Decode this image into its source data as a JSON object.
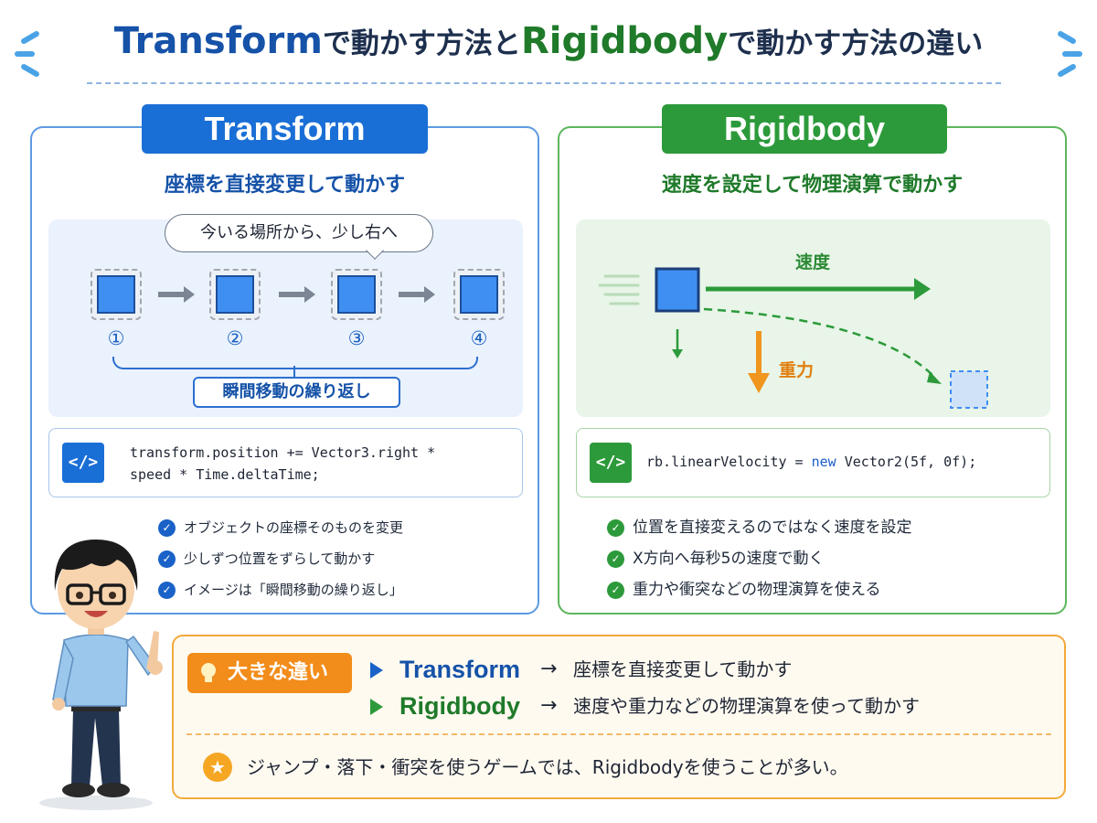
{
  "header": {
    "title_part1": "Transform",
    "title_part2": "で動かす方法と",
    "title_part3": "Rigidbody",
    "title_part4": "で動かす方法の違い"
  },
  "transform_panel": {
    "badge": "Transform",
    "subtitle": "座標を直接変更して動かす",
    "bubble": "今いる場所から、少し右へ",
    "steps": [
      "①",
      "②",
      "③",
      "④"
    ],
    "brace_label": "瞬間移動の繰り返し",
    "code_icon": "</>",
    "code_line1": "transform.position += Vector3.right *",
    "code_line2": "speed * Time.deltaTime;",
    "checks": [
      "オブジェクトの座標そのものを変更",
      "少しずつ位置をずらして動かす",
      "イメージは「瞬間移動の繰り返し」"
    ]
  },
  "rigidbody_panel": {
    "badge": "Rigidbody",
    "subtitle": "速度を設定して物理演算で動かす",
    "velocity_label": "速度",
    "gravity_label": "重力",
    "code_icon": "</>",
    "code_prefix": "rb.linearVelocity = ",
    "code_keyword": "new",
    "code_suffix": " Vector2(5f, 0f);",
    "checks": [
      "位置を直接変えるのではなく速度を設定",
      "X方向へ毎秒5の速度で動く",
      "重力や衝突などの物理演算を使える"
    ]
  },
  "summary": {
    "badge": "大きな違い",
    "rows": [
      {
        "name": "Transform",
        "arrow": "→",
        "desc": "座標を直接変更して動かす"
      },
      {
        "name": "Rigidbody",
        "arrow": "→",
        "desc": "速度や重力などの物理演算を使って動かす"
      }
    ],
    "tip": "ジャンプ・落下・衝突を使うゲームでは、Rigidbodyを使うことが多い。"
  },
  "colors": {
    "transform_accent": "#1a6fd6",
    "rigidbody_accent": "#2c9a3a",
    "summary_accent": "#f28c1a",
    "gravity_arrow": "#f0951e"
  },
  "icons": {
    "code": "code-brackets-icon",
    "check": "check-circle-icon",
    "bulb": "lightbulb-icon",
    "star": "star-icon",
    "triangle": "play-triangle-icon"
  }
}
